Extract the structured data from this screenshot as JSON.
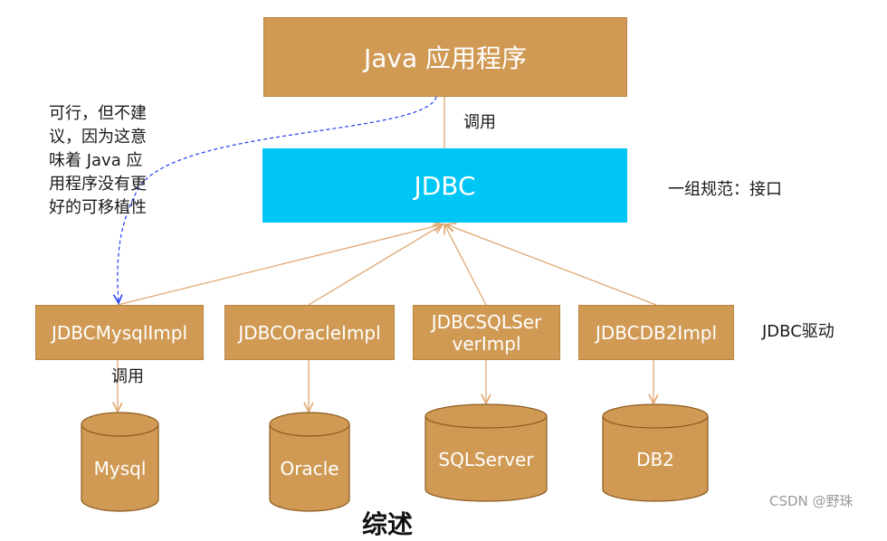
{
  "app_box": {
    "label": "Java 应用程序"
  },
  "call_label_top": "调用",
  "jdbc_box": {
    "label": "JDBC"
  },
  "jdbc_note": "一组规范：接口",
  "side_note": "可行，但不建\n议，因为这意\n味着 Java 应\n用程序没有更\n好的可移植性",
  "drivers": [
    {
      "label": "JDBCMysqlImpl"
    },
    {
      "label": "JDBCOracleImpl"
    },
    {
      "label": "JDBCSQLSer\nverImpl"
    },
    {
      "label": "JDBCDB2Impl"
    }
  ],
  "drivers_note": "JDBC驱动",
  "call_label_bottom": "调用",
  "databases": [
    {
      "label": "Mysql"
    },
    {
      "label": "Oracle"
    },
    {
      "label": "SQLServer"
    },
    {
      "label": "DB2"
    }
  ],
  "watermark": "CSDN @野珠",
  "partial_text": "综述",
  "colors": {
    "orange": "#d09a55",
    "cyan": "#00c6f6",
    "arrow": "#e0a872",
    "dashed": "#1f3cf0"
  }
}
